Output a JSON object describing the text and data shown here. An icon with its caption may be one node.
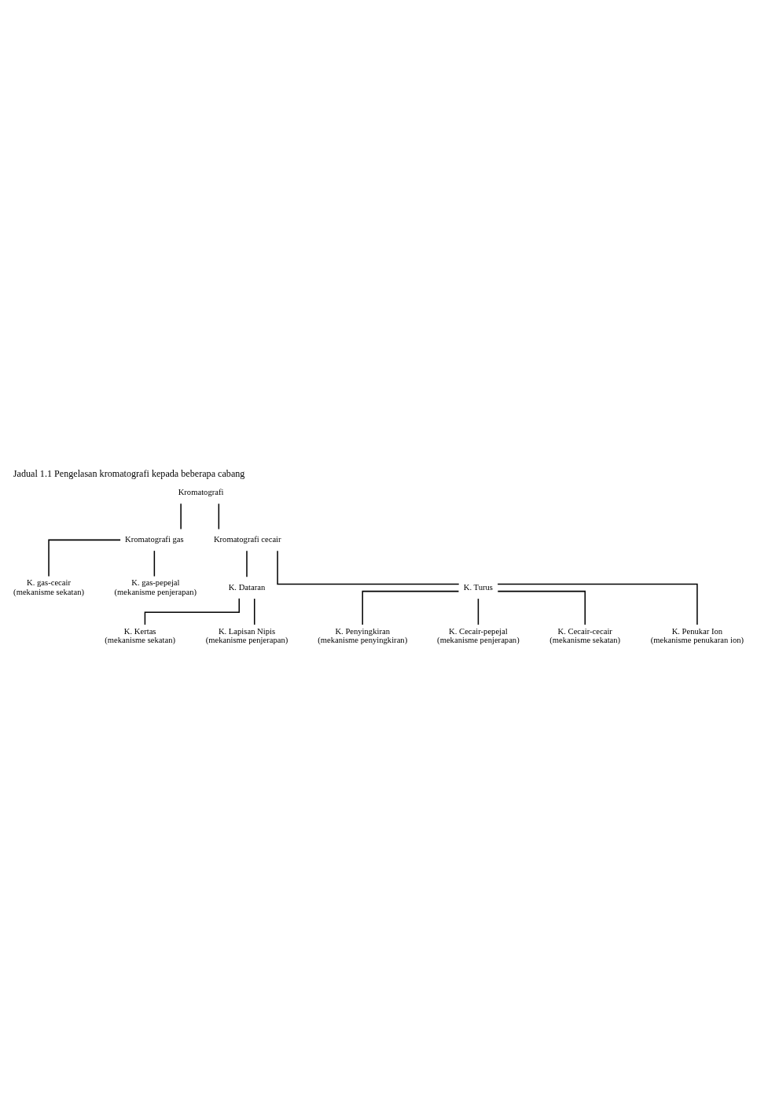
{
  "diagram": {
    "title": "Jadual 1.1 Pengelasan kromatografi kepada beberapa cabang",
    "nodes": [
      {
        "text": [
          "Kromatografi"
        ]
      },
      {
        "text": [
          "Kromatografi gas"
        ]
      },
      {
        "text": [
          "Kromatografi cecair"
        ]
      },
      {
        "text": [
          "K. gas-cecair",
          "(mekanisme sekatan)"
        ]
      },
      {
        "text": [
          "K. gas-pepejal",
          "(mekanisme penjerapan)"
        ]
      },
      {
        "text": [
          "K. Dataran"
        ]
      },
      {
        "text": [
          "K. Turus"
        ]
      },
      {
        "text": [
          "K. Kertas",
          "(mekanisme sekatan)"
        ]
      },
      {
        "text": [
          "K. Lapisan Nipis",
          "(mekanisme penjerapan)"
        ]
      },
      {
        "text": [
          "K. Penyingkiran",
          "(mekanisme penyingkiran)"
        ]
      },
      {
        "text": [
          "K. Cecair-pepejal",
          "(mekanisme penjerapan)"
        ]
      },
      {
        "text": [
          "K. Cecair-cecair",
          "(mekanisme sekatan)"
        ]
      },
      {
        "text": [
          "K. Penukar Ion",
          "(mekanisme penukaran ion)"
        ]
      }
    ],
    "edges": [
      {
        "from": 0,
        "to": 1,
        "arrow": "none"
      },
      {
        "from": 0,
        "to": 2,
        "arrow": "none"
      },
      {
        "from": 1,
        "to": 3,
        "arrow": "none"
      },
      {
        "from": 1,
        "to": 4,
        "arrow": "none"
      },
      {
        "from": 2,
        "to": 5,
        "arrow": "none"
      },
      {
        "from": 2,
        "to": 6,
        "arrow": "none"
      },
      {
        "from": 5,
        "to": 7,
        "arrow": "none"
      },
      {
        "from": 5,
        "to": 8,
        "arrow": "none"
      },
      {
        "from": 6,
        "to": 9,
        "arrow": "none"
      },
      {
        "from": 6,
        "to": 10,
        "arrow": "none"
      },
      {
        "from": 6,
        "to": 11,
        "arrow": "none"
      },
      {
        "from": 6,
        "to": 12,
        "arrow": "none"
      }
    ]
  }
}
